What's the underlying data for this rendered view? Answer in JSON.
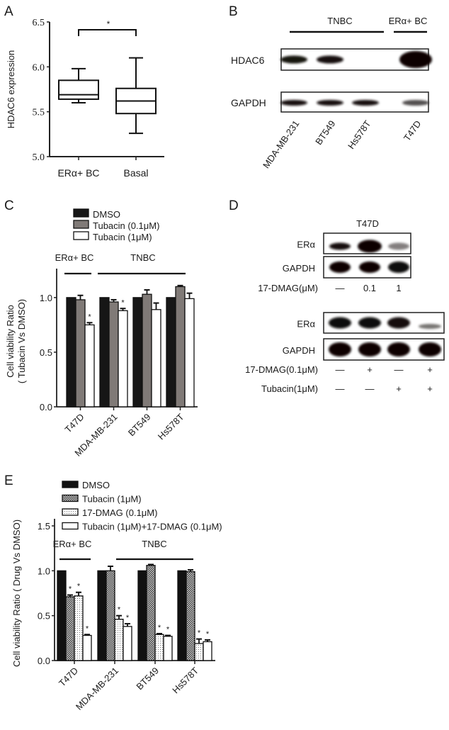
{
  "panels": {
    "A": {
      "letter": "A"
    },
    "B": {
      "letter": "B"
    },
    "C": {
      "letter": "C"
    },
    "D": {
      "letter": "D"
    },
    "E": {
      "letter": "E"
    }
  },
  "chart_data": [
    {
      "panel": "A",
      "type": "box",
      "title": "",
      "xlabel": "",
      "ylabel": "HDAC6 expression",
      "ylim": [
        5.0,
        6.5
      ],
      "yticks": [
        "5.0",
        "5.5",
        "6.0",
        "6.5"
      ],
      "categories": [
        "ERα+ BC",
        "Basal"
      ],
      "boxes": [
        {
          "name": "ERα+ BC",
          "whisker_low": 5.6,
          "q1": 5.64,
          "median": 5.69,
          "q3": 5.85,
          "whisker_high": 5.98
        },
        {
          "name": "Basal",
          "whisker_low": 5.26,
          "q1": 5.48,
          "median": 5.62,
          "q3": 5.76,
          "whisker_high": 6.1
        }
      ],
      "annotations": [
        {
          "text": "*",
          "between": [
            "ERα+ BC",
            "Basal"
          ]
        }
      ]
    },
    {
      "panel": "C",
      "type": "bar",
      "ylabel": "Cell viability Ratio ( Tubacin Vs DMSO)",
      "ylim": [
        0,
        1.2
      ],
      "yticks": [
        "0.0",
        "0.5",
        "1.0"
      ],
      "categories": [
        "T47D",
        "MDA-MB-231",
        "BT549",
        "Hs578T"
      ],
      "groups": [
        {
          "label": "ERα+ BC",
          "span": [
            "T47D"
          ]
        },
        {
          "label": "TNBC",
          "span": [
            "MDA-MB-231",
            "BT549",
            "Hs578T"
          ]
        }
      ],
      "series": [
        {
          "name": "DMSO",
          "values": [
            1.0,
            1.0,
            1.0,
            1.0
          ],
          "errors": [
            0,
            0,
            0,
            0
          ],
          "sig": [
            false,
            false,
            false,
            false
          ],
          "fill": "#161616"
        },
        {
          "name": "Tubacin (0.1μM)",
          "values": [
            0.98,
            0.96,
            1.03,
            1.1
          ],
          "errors": [
            0.04,
            0.02,
            0.04,
            0.01
          ],
          "sig": [
            false,
            false,
            false,
            false
          ],
          "fill": "#807a77"
        },
        {
          "name": "Tubacin (1μM)",
          "values": [
            0.75,
            0.88,
            0.89,
            0.99
          ],
          "errors": [
            0.02,
            0.02,
            0.06,
            0.05
          ],
          "sig": [
            true,
            true,
            false,
            false
          ],
          "fill": "#ffffff"
        }
      ],
      "legend_position": "top"
    },
    {
      "panel": "E",
      "type": "bar",
      "ylabel": "Cell viability Ratio ( Drug Vs DMSO)",
      "ylim": [
        0,
        1.5
      ],
      "yticks": [
        "0.0",
        "0.5",
        "1.0",
        "1.5"
      ],
      "categories": [
        "T47D",
        "MDA-MB-231",
        "BT549",
        "Hs578T"
      ],
      "groups": [
        {
          "label": "ERα+ BC",
          "span": [
            "T47D"
          ]
        },
        {
          "label": "TNBC",
          "span": [
            "MDA-MB-231",
            "BT549",
            "Hs578T"
          ]
        }
      ],
      "series": [
        {
          "name": "DMSO",
          "values": [
            1.0,
            1.0,
            1.0,
            1.0
          ],
          "errors": [
            0,
            0,
            0.0,
            0
          ],
          "sig": [
            false,
            false,
            false,
            false
          ],
          "fill": "#111111"
        },
        {
          "name": "Tubacin (1μM)",
          "values": [
            0.71,
            1.0,
            1.06,
            0.99
          ],
          "errors": [
            0.02,
            0.05,
            0.01,
            0.02
          ],
          "sig": [
            true,
            false,
            false,
            false
          ],
          "fill": "checker"
        },
        {
          "name": "17-DMAG (0.1μM)",
          "values": [
            0.72,
            0.46,
            0.29,
            0.19
          ],
          "errors": [
            0.04,
            0.04,
            0.01,
            0.05
          ],
          "sig": [
            true,
            true,
            true,
            true
          ],
          "fill": "dots"
        },
        {
          "name": "Tubacin (1μM)+17-DMAG (0.1μM)",
          "values": [
            0.28,
            0.38,
            0.27,
            0.21
          ],
          "errors": [
            0.01,
            0.03,
            0.01,
            0.02
          ],
          "sig": [
            true,
            true,
            true,
            true
          ],
          "fill": "#ffffff"
        }
      ],
      "legend_position": "top"
    }
  ],
  "blots": {
    "B": {
      "groups": [
        {
          "label": "TNBC"
        },
        {
          "label": "ERα+ BC"
        }
      ],
      "rows": [
        {
          "label": "HDAC6",
          "intensities": [
            0.75,
            0.85,
            0.0,
            1.0
          ]
        },
        {
          "label": "GAPDH",
          "intensities": [
            0.8,
            0.8,
            0.8,
            0.45
          ]
        }
      ],
      "lanes": [
        "MDA-MB-231",
        "BT549",
        "Hs578T",
        "T47D"
      ]
    },
    "D1": {
      "title": "T47D",
      "rows": [
        {
          "label": "ERα",
          "intensities": [
            0.8,
            1.0,
            0.25
          ]
        },
        {
          "label": "GAPDH",
          "intensities": [
            1.0,
            1.0,
            0.95
          ]
        }
      ],
      "condition_label": "17-DMAG(μM)",
      "conditions": [
        "—",
        "0.1",
        "1"
      ]
    },
    "D2": {
      "rows": [
        {
          "label": "ERα",
          "intensities": [
            0.95,
            0.95,
            0.85,
            0.3
          ]
        },
        {
          "label": "GAPDH",
          "intensities": [
            1.0,
            1.0,
            1.0,
            1.0
          ]
        }
      ],
      "treatments": [
        {
          "label": "17-DMAG(0.1μM)",
          "values": [
            "—",
            "+",
            "—",
            "+"
          ]
        },
        {
          "label": "Tubacin(1μM)",
          "values": [
            "—",
            "—",
            "+",
            "+"
          ]
        }
      ]
    }
  }
}
